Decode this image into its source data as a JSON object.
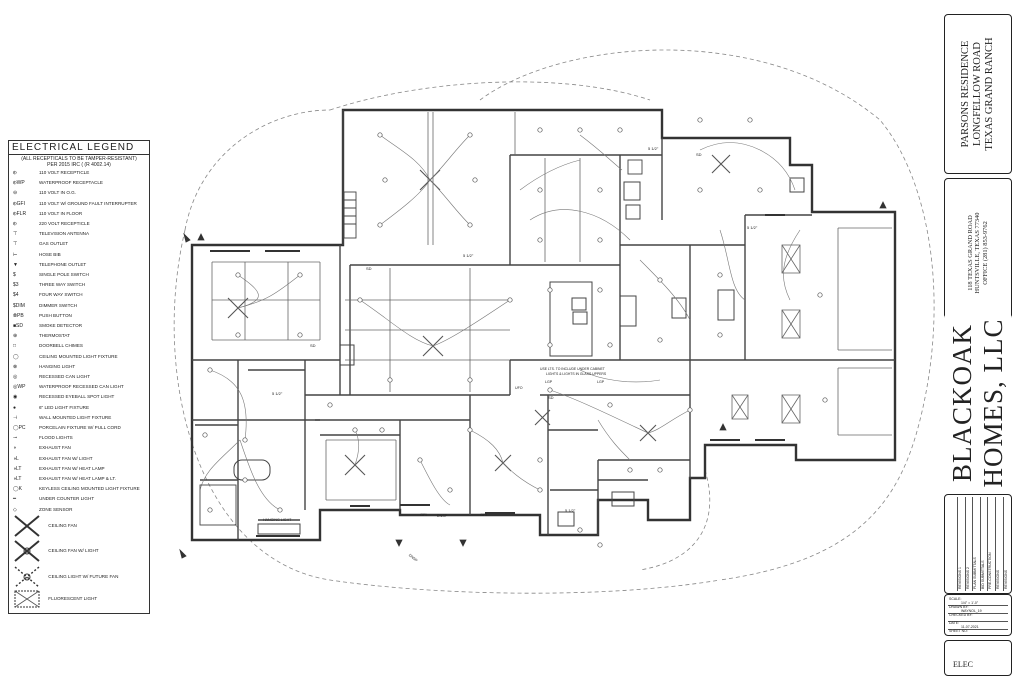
{
  "legend": {
    "title": "ELECTRICAL LEGEND",
    "note": [
      "(ALL RECEPTICALS TO BE TAMPER-RESISTANT)",
      "PER 2015 IRC ( (R 4002.14)"
    ],
    "items": [
      {
        "sym": "⦶",
        "label": "110 VOLT RECEPTICLE"
      },
      {
        "sym": "⦶WP",
        "label": "WATERPROOF RECEPTACLE"
      },
      {
        "sym": "⊖",
        "label": "110 VOLT IN O.G."
      },
      {
        "sym": "⦶GFI",
        "label": "110 VOLT W/ GROUND FAULT INTERRUPTER"
      },
      {
        "sym": "⦶FLR",
        "label": "110 VOLT IN FLOOR"
      },
      {
        "sym": "⦶",
        "label": "220 VOLT RECEPTICLE"
      },
      {
        "sym": "⊤",
        "label": "TELEVISION ANTENNA"
      },
      {
        "sym": "⊤",
        "label": "GAS OUTLET"
      },
      {
        "sym": "⊢",
        "label": "HOSE BIB"
      },
      {
        "sym": "▼",
        "label": "TELEPHONE OUTLET"
      },
      {
        "sym": "$",
        "label": "SINGLE POLE SWITCH"
      },
      {
        "sym": "$3",
        "label": "THREE WAY SWITCH"
      },
      {
        "sym": "$4",
        "label": "FOUR WAY SWITCH"
      },
      {
        "sym": "$DIM",
        "label": "DIMMER SWITCH"
      },
      {
        "sym": "⦾PB",
        "label": "PUSH BUTTON"
      },
      {
        "sym": "■SD",
        "label": "SMOKE DETECTOR"
      },
      {
        "sym": "⊕",
        "label": "THERMOSTAT"
      },
      {
        "sym": "□",
        "label": "DOORBELL CHIMES"
      },
      {
        "sym": "◯",
        "label": "CEILING MOUNTED LIGHT FIXTURE"
      },
      {
        "sym": "⊗",
        "label": "HANGING LIGHT"
      },
      {
        "sym": "◎",
        "label": "RECESSED CAN LIGHT"
      },
      {
        "sym": "◎WP",
        "label": "WATERPROOF RECESSED CAN LIGHT"
      },
      {
        "sym": "◉",
        "label": "RECESSED EYEBALL SPOT LIGHT"
      },
      {
        "sym": "●",
        "label": "6\" LED LIGHT FIXTURE"
      },
      {
        "sym": "⊣",
        "label": "WALL MOUNTED LIGHT FIXTURE"
      },
      {
        "sym": "◯PC",
        "label": "PORCELAIN FIXTURE W/ PULL CORD"
      },
      {
        "sym": "⊸",
        "label": "FLOOD LIGHTS"
      },
      {
        "sym": "◑",
        "label": "EXHAUST FAN"
      },
      {
        "sym": "◑L",
        "label": "EXHAUST FAN W/ LIGHT"
      },
      {
        "sym": "◑LT",
        "label": "EXHAUST FAN W/ HEAT LAMP"
      },
      {
        "sym": "◑LT",
        "label": "EXHAUST FAN W/ HEAT LAMP & LT."
      },
      {
        "sym": "◯K",
        "label": "KEYLESS CEILING MOUNTED LIGHT FIXTURE"
      },
      {
        "sym": "━",
        "label": "UNDER COUNTER LIGHT"
      },
      {
        "sym": "◇",
        "label": "ZONE SENSOR"
      }
    ],
    "large_items": [
      {
        "label": "CEILING FAN"
      },
      {
        "label": "CEILING FAN W/ LIGHT"
      },
      {
        "label": "CEILING LIGHT W/ FUTURE FAN"
      },
      {
        "label": "FLUORESCENT LIGHT"
      }
    ]
  },
  "title_block": {
    "project": [
      "PARSONS RESIDENCE",
      "LONGFELLOW ROAD",
      "TEXAS GRAND RANCH"
    ],
    "address": [
      "118 TEXAS GRAND ROAD",
      "HUNTSVILLE, TEXAS 77340",
      "OFFICE (281) 853-9762"
    ],
    "company": [
      "BLACKOAK",
      "HOMES, LLC"
    ],
    "sheet_title": "ELEC",
    "revisions": [
      "REVISIONS 1",
      "REVISIONS 2",
      "PLAN SUBMITTALS",
      "BID SUBMITTALS",
      "PRE-CONSTRUCTION",
      "REVISIONS",
      "REVISIONS"
    ],
    "info": [
      {
        "label": "SCALE:",
        "value": "1/4\" = 1'-0\""
      },
      {
        "label": "DRAWN BY:",
        "value": "WAYNOL_19"
      },
      {
        "label": "CHECKED BY:",
        "value": ""
      },
      {
        "label": "DATE:",
        "value": "11-07-2021"
      },
      {
        "label": "SHEET NO:",
        "value": ""
      }
    ]
  },
  "plan_labels": {
    "sd": "SD",
    "gfi": "GFI",
    "fan_size": "5 1/2\"",
    "hanging_light": "HANGING LIGHT",
    "under_cabinet": [
      "USE LTS. TO INCLUDE UNDER CABINET",
      "LIGHTS & LIGHTS IN GLASS UPPERS"
    ],
    "lgp": "LGP",
    "ufo": "UFO",
    "dnsp": "DNSP"
  }
}
